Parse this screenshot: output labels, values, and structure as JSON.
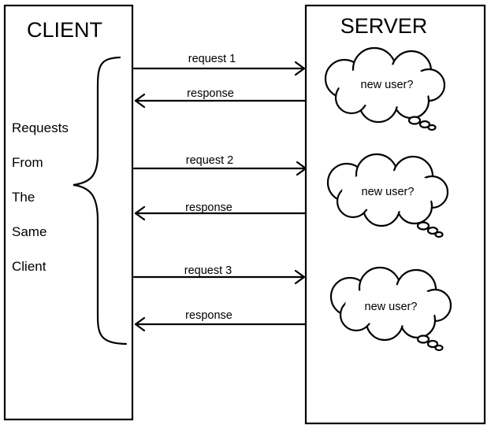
{
  "client": {
    "title": "CLIENT",
    "side_label": [
      "Requests",
      "From",
      "The",
      "Same",
      "Client"
    ]
  },
  "server": {
    "title": "SERVER"
  },
  "exchanges": [
    {
      "request": "request 1",
      "response": "response",
      "thought": "new user?"
    },
    {
      "request": "request 2",
      "response": "response",
      "thought": "new user?"
    },
    {
      "request": "request 3",
      "response": "response",
      "thought": "new user?"
    }
  ]
}
